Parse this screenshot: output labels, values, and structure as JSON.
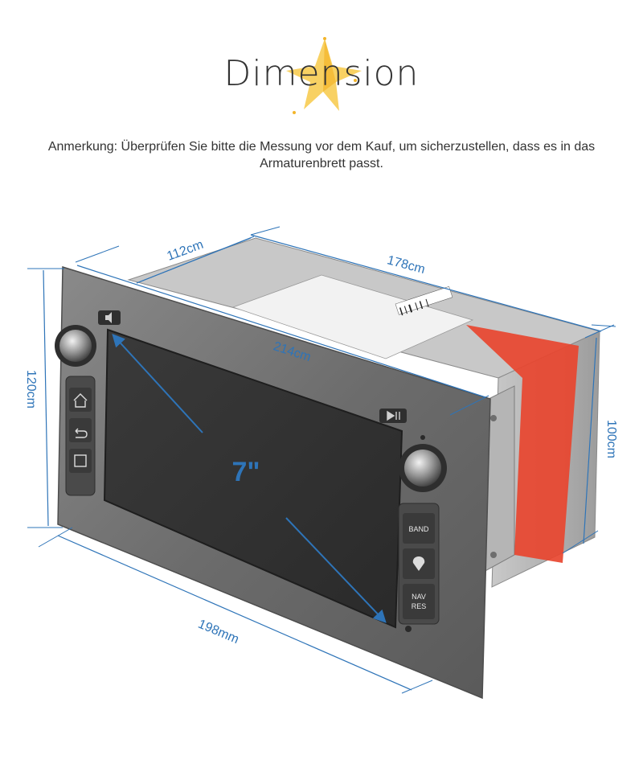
{
  "header": {
    "title": "Dimension",
    "note": "Anmerkung: Überprüfen Sie bitte die Messung vor dem Kauf, um sicherzustellen, dass es in das Armaturenbrett passt."
  },
  "dimensions": {
    "depth": "112cm",
    "width_back": "178cm",
    "diagonal": "214cm",
    "height_front": "120cm",
    "height_back": "100cm",
    "width_front": "198mm",
    "screen_size": "7\""
  },
  "device": {
    "buttons": {
      "band": "BAND",
      "nav_line1": "NAV",
      "nav_line2": "RES"
    }
  },
  "colors": {
    "accent_blue": "#2e74b8",
    "star_yellow": "#f7c948",
    "bezel_gray": "#6e6e6e",
    "label_red": "#e8452f"
  }
}
